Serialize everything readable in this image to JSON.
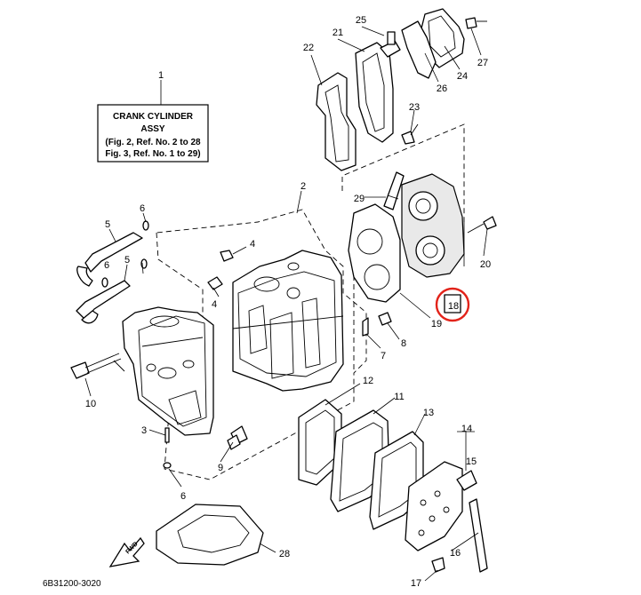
{
  "assembly_box": {
    "line1": "CRANK CYLINDER",
    "line2": "ASSY",
    "line3": "(Fig. 2, Ref. No. 2 to 28",
    "line4": "Fig. 3, Ref. No. 1 to 29)"
  },
  "callouts": {
    "n1": "1",
    "n2": "2",
    "n3": "3",
    "n4a": "4",
    "n4b": "4",
    "n5a": "5",
    "n5b": "5",
    "n6a": "6",
    "n6b": "6",
    "n6c": "6",
    "n7": "7",
    "n8": "8",
    "n9": "9",
    "n10": "10",
    "n11": "11",
    "n12": "12",
    "n13": "13",
    "n14": "14",
    "n15": "15",
    "n16": "16",
    "n17": "17",
    "n18": "18",
    "n19": "19",
    "n20": "20",
    "n21": "21",
    "n22": "22",
    "n23": "23",
    "n24": "24",
    "n25": "25",
    "n26": "26",
    "n27": "27",
    "n28": "28",
    "n29": "29"
  },
  "diagram_code": "6B31200-3020",
  "fwd_label": "FWD",
  "highlight_color": "#e2231a",
  "icons": {
    "fwd": "forward-arrow-icon",
    "highlight": "red-circle-marker"
  }
}
